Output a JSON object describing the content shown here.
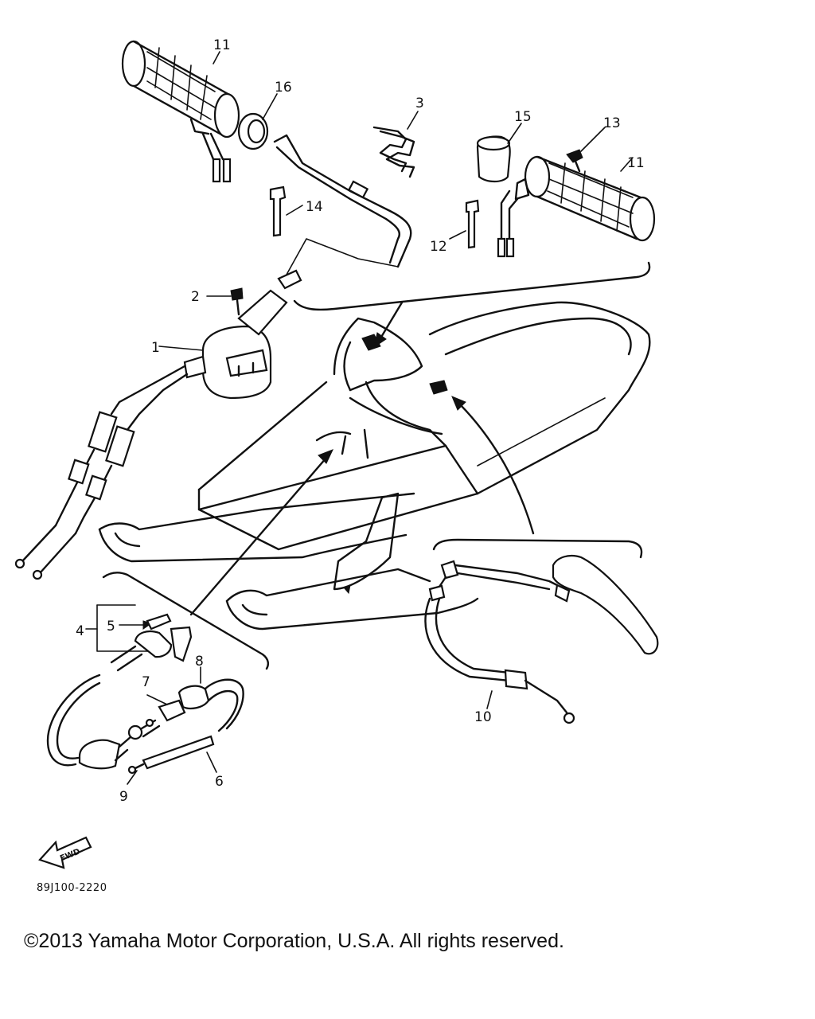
{
  "callouts": {
    "c1": "1",
    "c2": "2",
    "c3": "3",
    "c4": "4",
    "c5": "5",
    "c6": "6",
    "c7": "7",
    "c8": "8",
    "c9": "9",
    "c10": "10",
    "c11a": "11",
    "c11b": "11",
    "c12": "12",
    "c13": "13",
    "c14": "14",
    "c15": "15",
    "c16": "16"
  },
  "fwd_label": "FWD",
  "diagram_code": "89J100-2220",
  "copyright": "©2013 Yamaha Motor Corporation, U.S.A. All rights reserved."
}
